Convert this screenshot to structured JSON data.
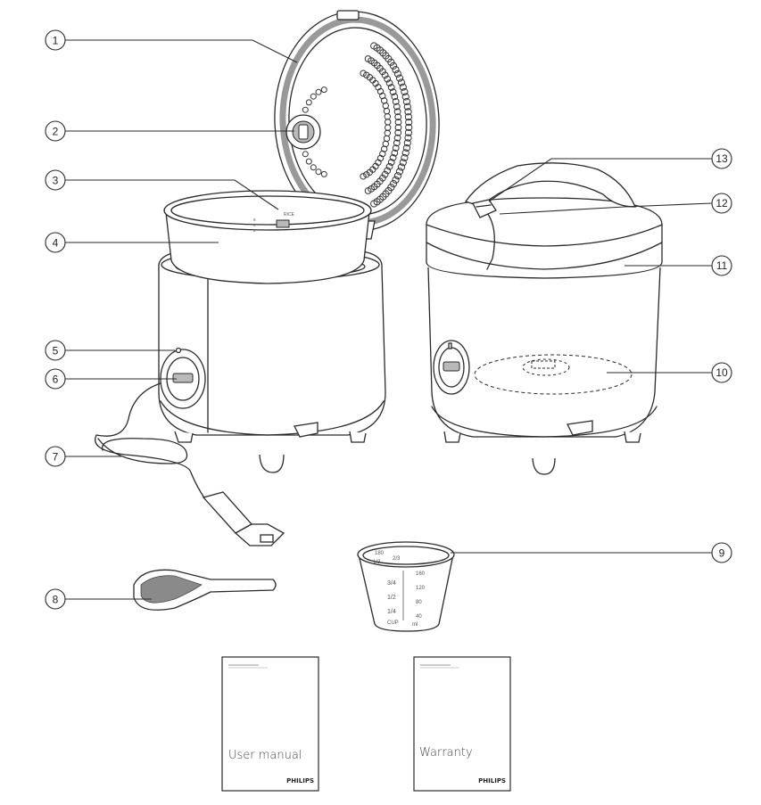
{
  "callouts": [
    {
      "id": 1,
      "label": "1"
    },
    {
      "id": 2,
      "label": "2"
    },
    {
      "id": 3,
      "label": "3"
    },
    {
      "id": 4,
      "label": "4"
    },
    {
      "id": 5,
      "label": "5"
    },
    {
      "id": 6,
      "label": "6"
    },
    {
      "id": 7,
      "label": "7"
    },
    {
      "id": 8,
      "label": "8"
    },
    {
      "id": 9,
      "label": "9"
    },
    {
      "id": 10,
      "label": "10"
    },
    {
      "id": 11,
      "label": "11"
    },
    {
      "id": 12,
      "label": "12"
    },
    {
      "id": 13,
      "label": "13"
    }
  ],
  "inner_pot": {
    "marking": "RICE",
    "levels": [
      "6",
      "4",
      "2"
    ]
  },
  "measuring_cup": {
    "left_scale": [
      "3/4",
      "1/2",
      "1/4",
      "CUP"
    ],
    "right_scale": [
      "160",
      "120",
      "80",
      "40",
      "ml"
    ],
    "top_scale": [
      "180",
      "2/3",
      "1/3"
    ]
  },
  "booklets": {
    "user_manual": {
      "title": "User manual",
      "brand": "PHILIPS"
    },
    "warranty": {
      "title": "Warranty",
      "brand": "PHILIPS"
    }
  }
}
